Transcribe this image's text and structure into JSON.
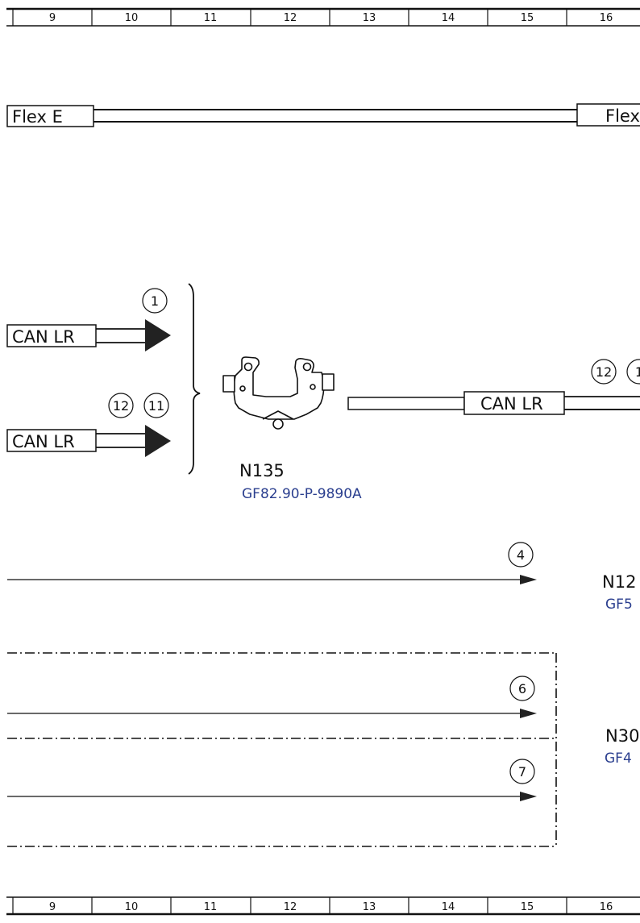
{
  "ruler": {
    "top_numbers": [
      "9",
      "10",
      "11",
      "12",
      "13",
      "14",
      "15",
      "16"
    ],
    "bottom_numbers": [
      "9",
      "10",
      "11",
      "12",
      "13",
      "14",
      "15",
      "16"
    ]
  },
  "flex": {
    "left_label": "Flex E",
    "right_label_partial": "Flex"
  },
  "can_inputs": [
    {
      "label": "CAN LR",
      "markers": [
        "1"
      ]
    },
    {
      "label": "CAN LR",
      "markers": [
        "12",
        "11"
      ]
    }
  ],
  "n135": {
    "name": "N135",
    "ref": "GF82.90-P-9890A",
    "output_label": "CAN LR",
    "output_markers": [
      "12",
      "1"
    ]
  },
  "signals": [
    {
      "marker": "4",
      "target_partial": "N12",
      "ref_partial": "GF5"
    },
    {
      "marker": "6",
      "target_partial": "N30",
      "ref_partial": "GF4"
    },
    {
      "marker": "7"
    }
  ]
}
